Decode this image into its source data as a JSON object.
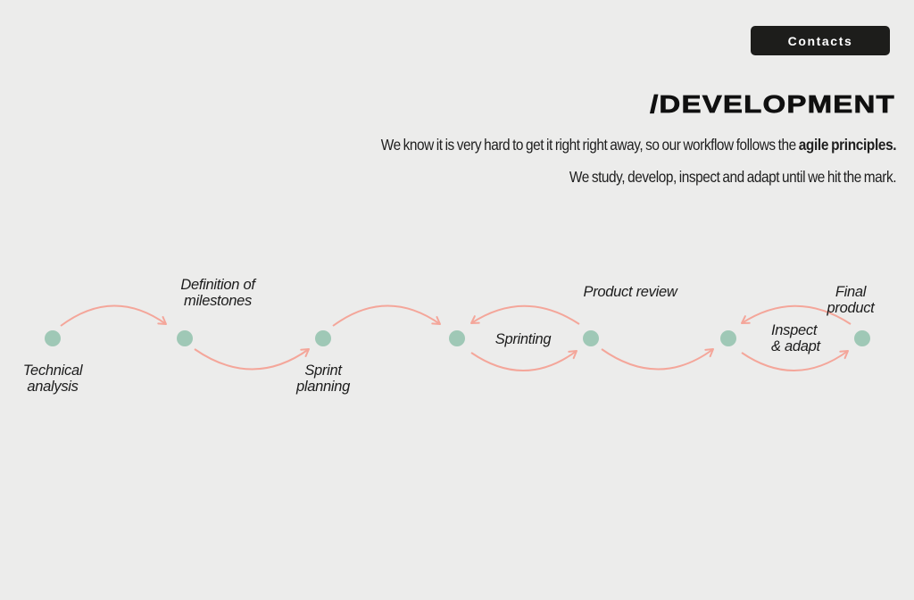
{
  "page": {
    "background_color": "#ECECEB"
  },
  "header": {
    "contacts_label": "Contacts",
    "button_bg_color": "#1D1D1B",
    "button_text_color": "#FFFFFF"
  },
  "section": {
    "title": "/DEVELOPMENT",
    "intro_line1_regular": "We know it is very hard to get it right right away, so our workflow follows the ",
    "intro_line1_emphasis": "agile principles.",
    "intro_line2": "We study, develop, inspect and adapt until we hit the mark."
  },
  "workflow": {
    "dot_color": "#9FC8B6",
    "arrow_color": "#F4A69A",
    "steps": [
      {
        "label": "Technical\nanalysis"
      },
      {
        "label": "Definition of\nmilestones"
      },
      {
        "label": "Sprint\nplanning"
      },
      {
        "label": "Sprinting"
      },
      {
        "label": "Product review"
      },
      {
        "label": "Inspect\n& adapt"
      },
      {
        "label": "Final product"
      }
    ]
  }
}
